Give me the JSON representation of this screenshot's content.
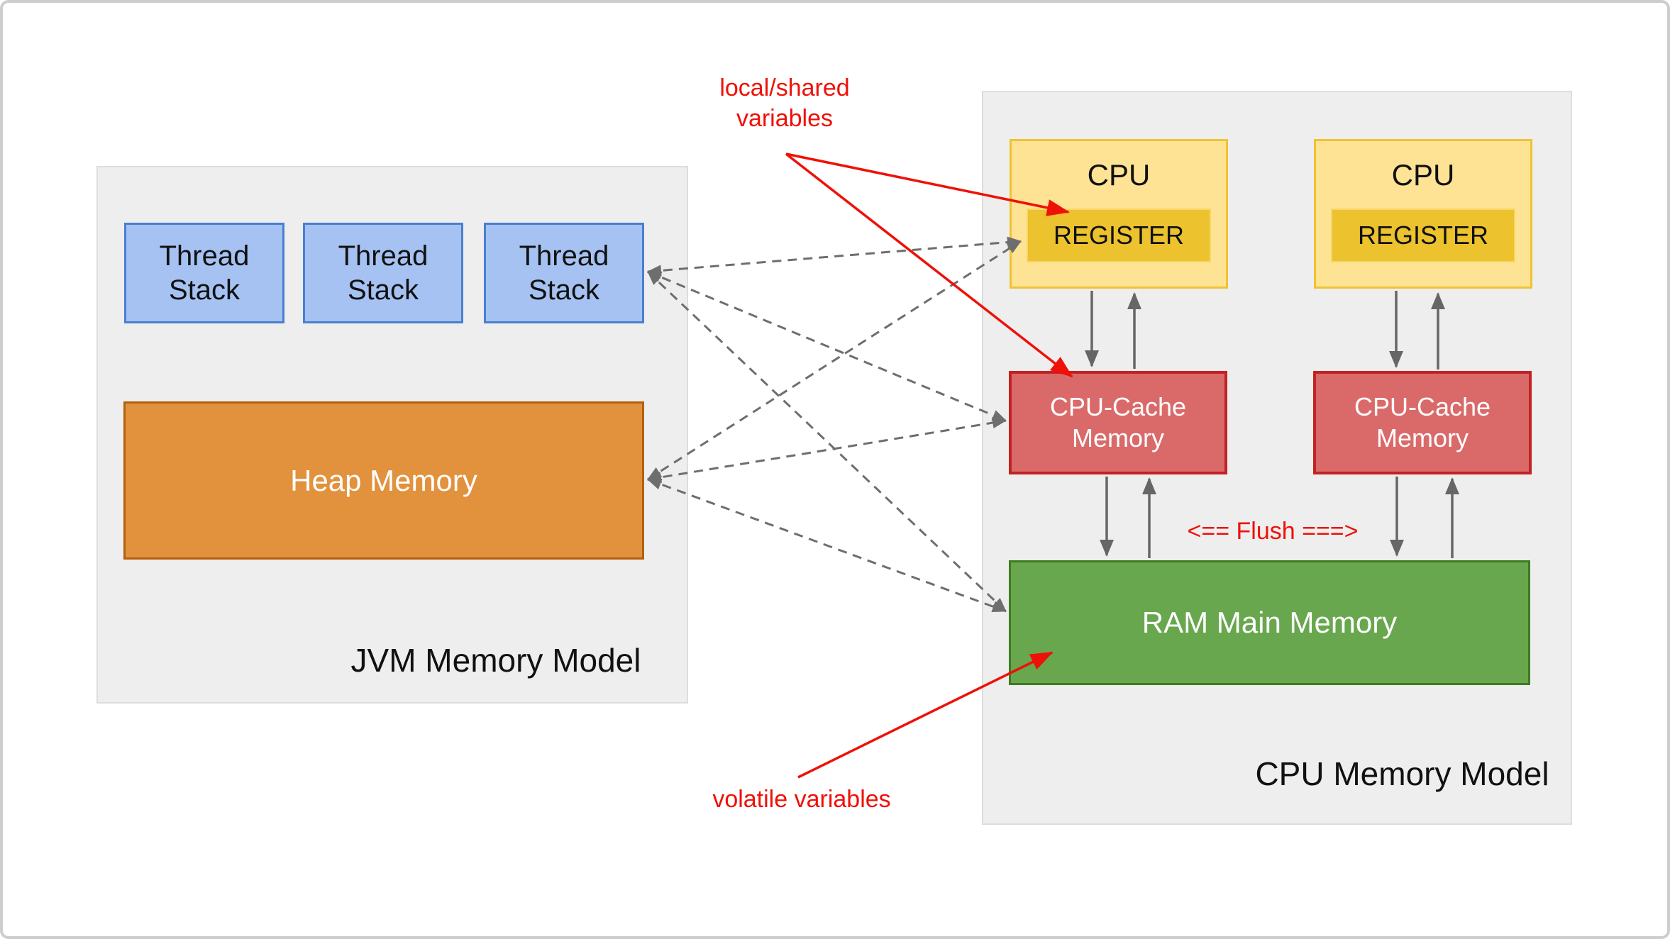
{
  "page": {
    "background": "#ffffff",
    "frame_border": "#cdcdcd"
  },
  "jvm": {
    "title": "JVM Memory Model",
    "thread_stacks": [
      {
        "label": "Thread Stack"
      },
      {
        "label": "Thread Stack"
      },
      {
        "label": "Thread Stack"
      }
    ],
    "heap_label": "Heap Memory",
    "colors": {
      "container_fill": "#eeeeee",
      "thread_fill": "#a5c2f2",
      "thread_border": "#4a7fd1",
      "heap_fill": "#e2913c",
      "heap_border": "#b26010"
    }
  },
  "cpu": {
    "title": "CPU Memory Model",
    "units": [
      {
        "cpu_label": "CPU",
        "register_label": "REGISTER"
      },
      {
        "cpu_label": "CPU",
        "register_label": "REGISTER"
      }
    ],
    "caches": [
      {
        "label": "CPU-Cache Memory"
      },
      {
        "label": "CPU-Cache Memory"
      }
    ],
    "ram_label": "RAM Main Memory",
    "colors": {
      "container_fill": "#eeeeee",
      "cpu_fill": "#ffe394",
      "cpu_border": "#f0c233",
      "register_fill": "#ecc22f",
      "cache_fill": "#da6a6a",
      "cache_border": "#c32222",
      "ram_fill": "#68a74e",
      "ram_border": "#3f7a22"
    }
  },
  "annotations": {
    "local_shared_line1": "local/shared",
    "local_shared_line2": "variables",
    "volatile": "volatile variables",
    "flush": "<== Flush ===>",
    "annotation_color": "#ef1007",
    "connector_color": "#6e6e6e"
  }
}
